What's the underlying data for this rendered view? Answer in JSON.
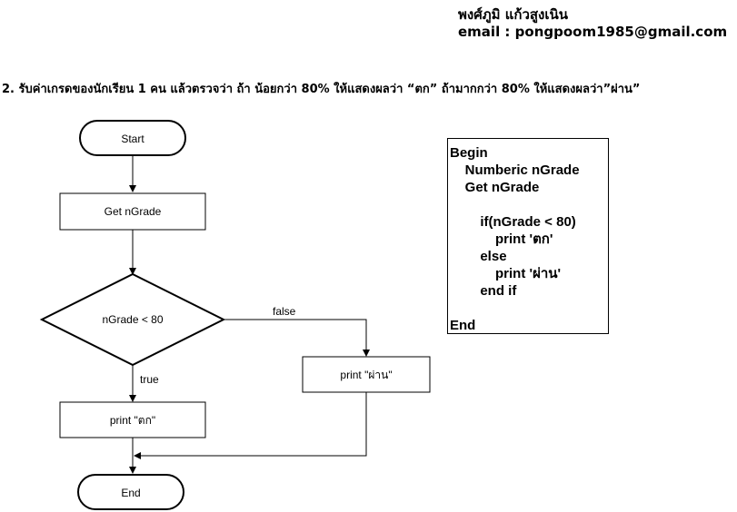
{
  "author": {
    "name": "พงศ์ภูมิ  แก้วสูงเนิน",
    "email": "email : pongpoom1985@gmail.com"
  },
  "question": "2. รับค่าเกรดของนักเรียน 1 คน  แล้วตรวจว่า ถ้า น้อยกว่า 80% ให้แสดงผลว่า “ตก” ถ้ามากกว่า 80% ให้แสดงผลว่า”ผ่าน”",
  "flowchart": {
    "start": "Start",
    "input": "Get nGrade",
    "decision": "nGrade < 80",
    "true_label": "true",
    "false_label": "false",
    "true_output": "print \"ตก\"",
    "false_output": "print \"ผ่าน\"",
    "end": "End"
  },
  "pseudocode": {
    "lines": [
      "Begin",
      "    Numberic nGrade",
      "    Get nGrade",
      "",
      "        if(nGrade < 80)",
      "            print 'ตก'",
      "        else",
      "            print 'ผ่าน'",
      "        end if",
      "",
      "End"
    ]
  }
}
